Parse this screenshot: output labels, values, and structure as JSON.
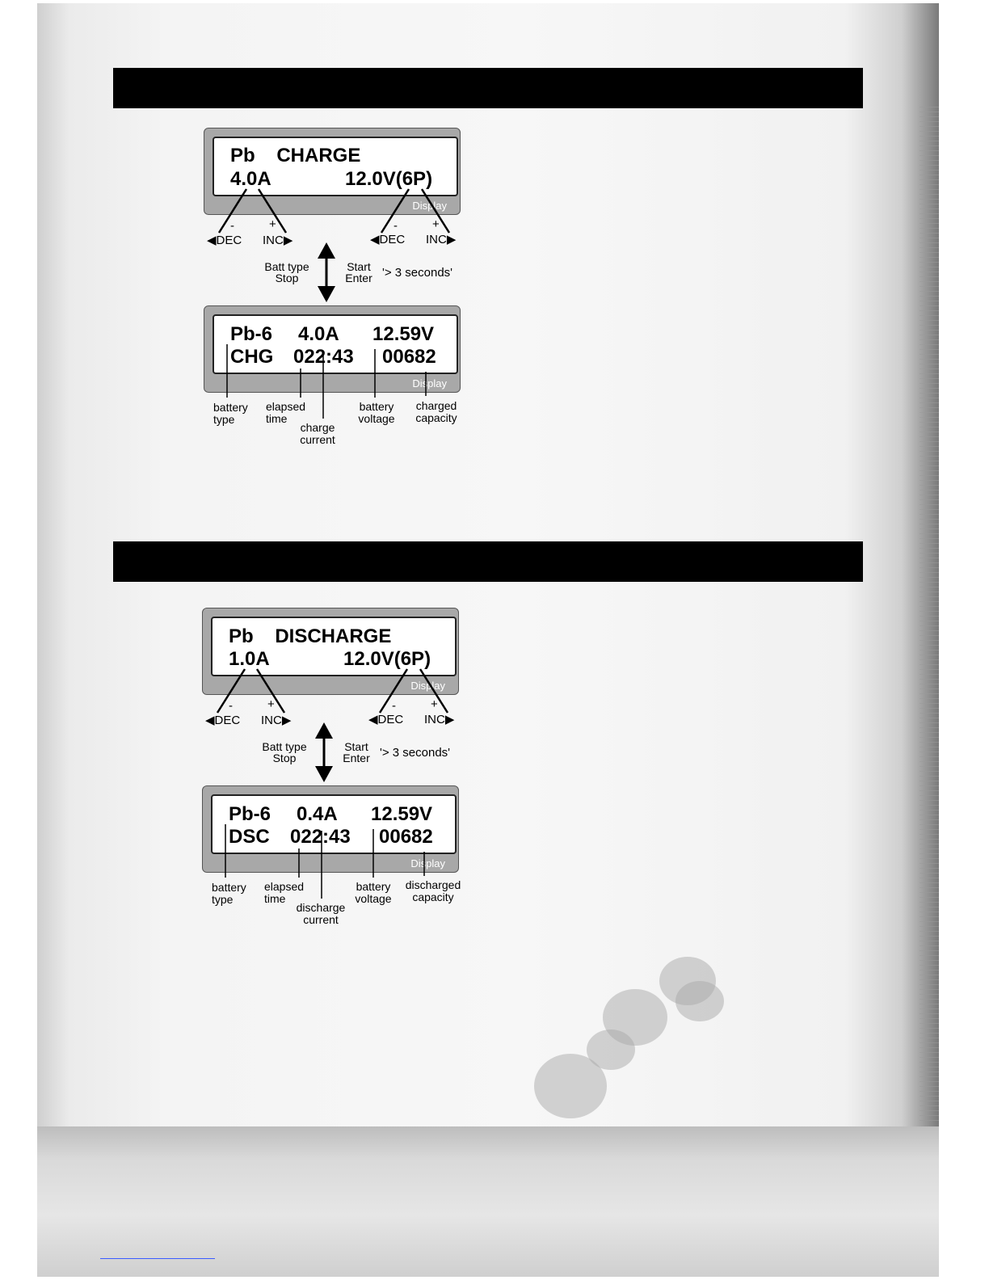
{
  "charge_section": {
    "setup_display": {
      "line1": "Pb    CHARGE",
      "line2_left": "4.0A",
      "line2_right": "12.0V(6P)",
      "badge": "Display"
    },
    "buttons": {
      "dec_left": "◀DEC",
      "inc_left": "INC▶",
      "dec_right": "◀DEC",
      "inc_right": "INC▶",
      "minus": "-",
      "plus": "+"
    },
    "nav": {
      "left_top": "Batt type",
      "left_bottom": "Stop",
      "right_top": "Start",
      "right_bottom": "Enter",
      "hold": "'> 3 seconds'"
    },
    "run_display": {
      "line1_a": "Pb-6",
      "line1_b": "4.0A",
      "line1_c": "12.59V",
      "line2_a": "CHG",
      "line2_b": "022:43",
      "line2_c": "00682",
      "badge": "Display"
    },
    "legend": {
      "battery_type": "battery\ntype",
      "elapsed_time": "elapsed\ntime",
      "current": "charge\ncurrent",
      "battery_voltage": "battery\nvoltage",
      "capacity": "charged\ncapacity"
    }
  },
  "discharge_section": {
    "setup_display": {
      "line1": "Pb    DISCHARGE",
      "line2_left": "1.0A",
      "line2_right": "12.0V(6P)",
      "badge": "Display"
    },
    "buttons": {
      "dec_left": "◀DEC",
      "inc_left": "INC▶",
      "dec_right": "◀DEC",
      "inc_right": "INC▶",
      "minus": "-",
      "plus": "+"
    },
    "nav": {
      "left_top": "Batt type",
      "left_bottom": "Stop",
      "right_top": "Start",
      "right_bottom": "Enter",
      "hold": "'> 3 seconds'"
    },
    "run_display": {
      "line1_a": "Pb-6",
      "line1_b": "0.4A",
      "line1_c": "12.59V",
      "line2_a": "DSC",
      "line2_b": "022:43",
      "line2_c": "00682",
      "badge": "Display"
    },
    "legend": {
      "battery_type": "battery\ntype",
      "elapsed_time": "elapsed\ntime",
      "current": "discharge\ncurrent",
      "battery_voltage": "battery\nvoltage",
      "capacity": "discharged\ncapacity"
    }
  }
}
